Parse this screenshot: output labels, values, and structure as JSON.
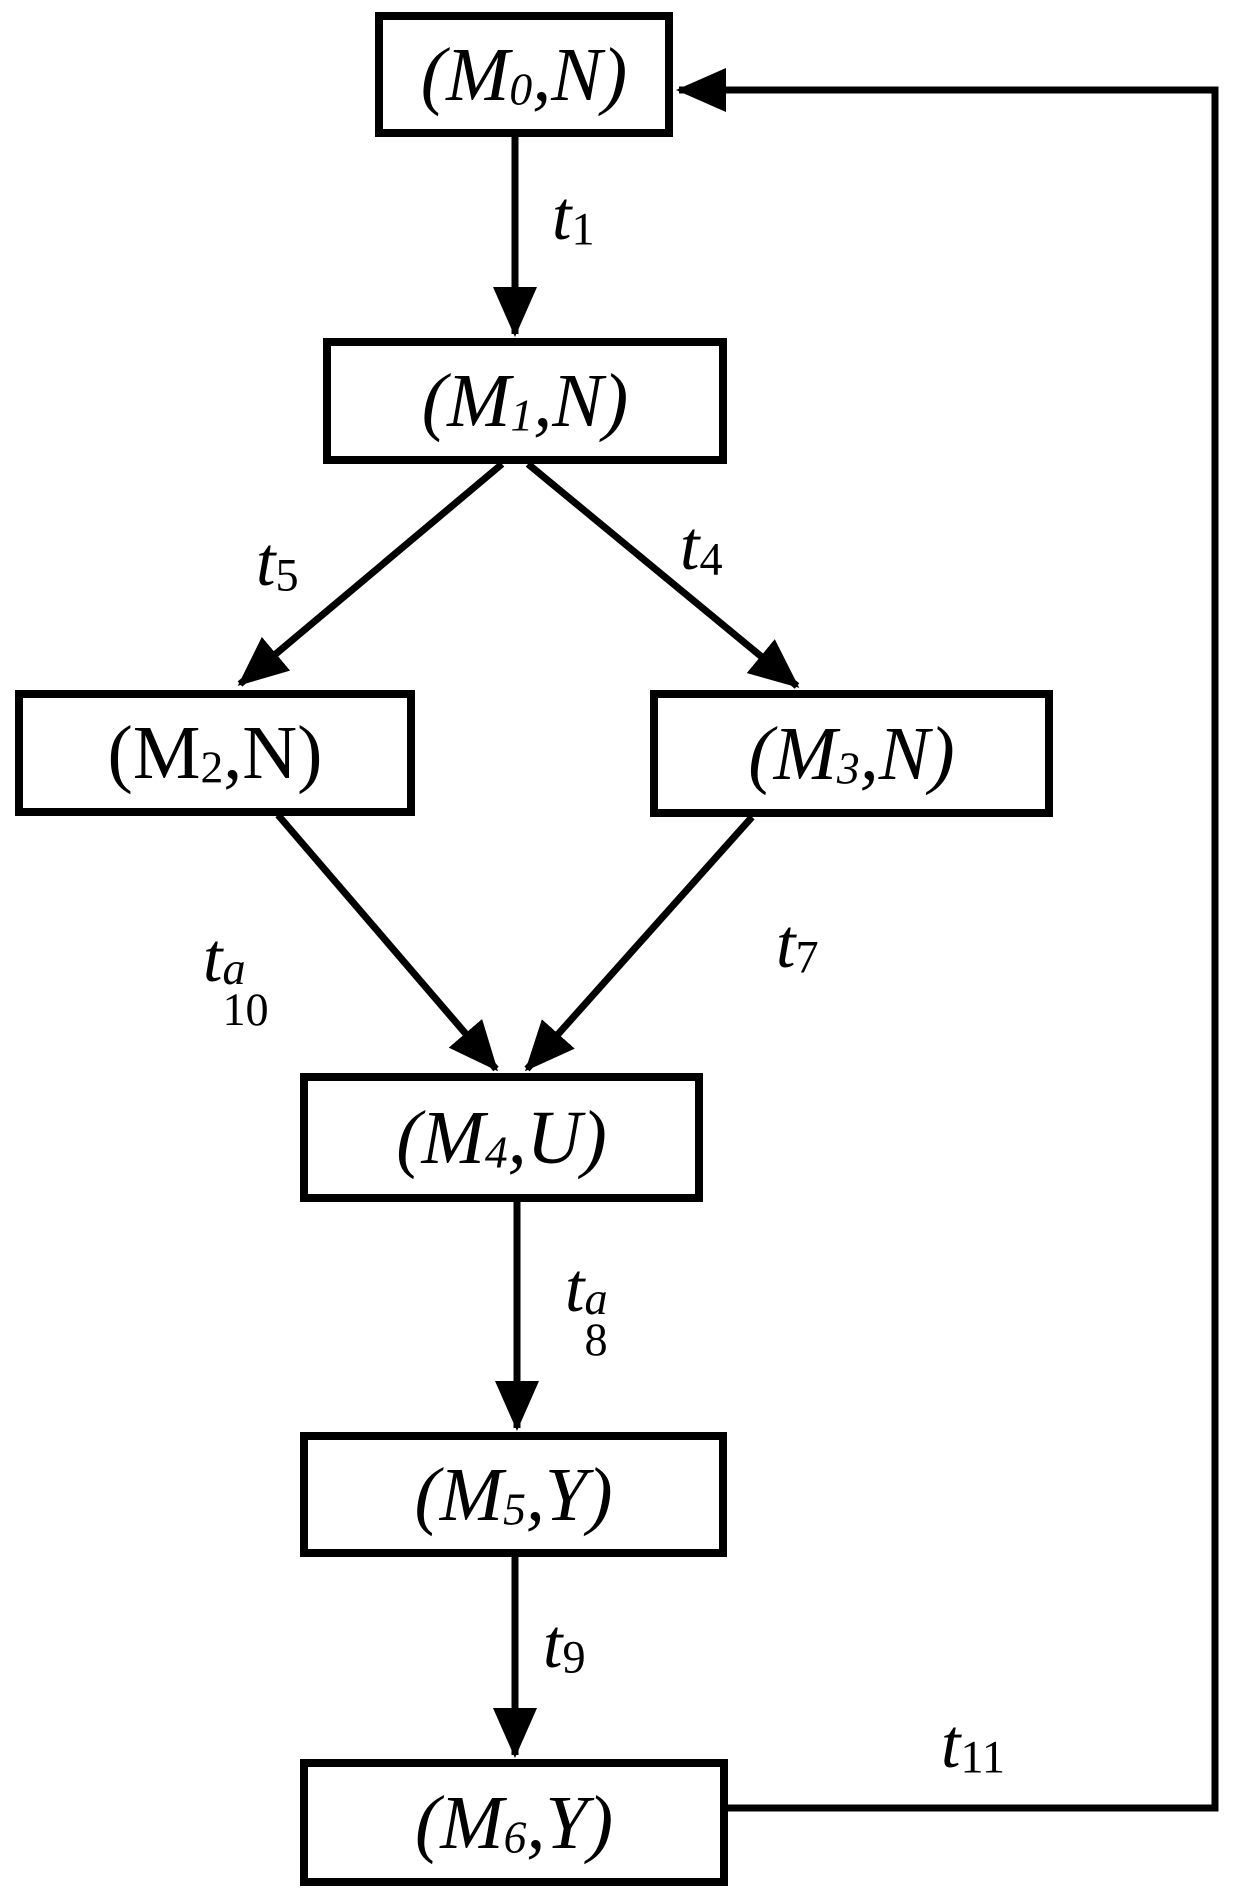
{
  "diagram": {
    "title": "petri-net-reachability-graph",
    "background_color": "#ffffff",
    "line_color": "#000000",
    "nodes": [
      {
        "id": "M0",
        "prefix": "(M",
        "sub": "0",
        "suffix": ",N)"
      },
      {
        "id": "M1",
        "prefix": "(M",
        "sub": "1",
        "suffix": ",N)"
      },
      {
        "id": "M2",
        "prefix": "(M",
        "sub": "2",
        "suffix": ",N)"
      },
      {
        "id": "M3",
        "prefix": "(M",
        "sub": "3",
        "suffix": ",N)"
      },
      {
        "id": "M4",
        "prefix": "(M",
        "sub": "4",
        "suffix": ",U)"
      },
      {
        "id": "M5",
        "prefix": "(M",
        "sub": "5",
        "suffix": ",Y)"
      },
      {
        "id": "M6",
        "prefix": "(M",
        "sub": "6",
        "suffix": ",Y)"
      }
    ],
    "transitions": [
      {
        "id": "t1",
        "main": "t",
        "sub": "1"
      },
      {
        "id": "t5",
        "main": "t",
        "sub": "5"
      },
      {
        "id": "t4",
        "main": "t",
        "sub": "4"
      },
      {
        "id": "t10a",
        "main": "t",
        "sub": "10",
        "sup": "a"
      },
      {
        "id": "t7",
        "main": "t",
        "sub": "7"
      },
      {
        "id": "t8a",
        "main": "t",
        "sub": "8",
        "sup": "a"
      },
      {
        "id": "t9",
        "main": "t",
        "sub": "9"
      },
      {
        "id": "t11",
        "main": "t",
        "sub": "11"
      }
    ],
    "edges": [
      {
        "from": "M0",
        "to": "M1",
        "label": "t1"
      },
      {
        "from": "M1",
        "to": "M2",
        "label": "t5"
      },
      {
        "from": "M1",
        "to": "M3",
        "label": "t4"
      },
      {
        "from": "M2",
        "to": "M4",
        "label": "t10a"
      },
      {
        "from": "M3",
        "to": "M4",
        "label": "t7"
      },
      {
        "from": "M4",
        "to": "M5",
        "label": "t8a"
      },
      {
        "from": "M5",
        "to": "M6",
        "label": "t9"
      },
      {
        "from": "M6",
        "to": "M0",
        "label": "t11"
      }
    ]
  }
}
